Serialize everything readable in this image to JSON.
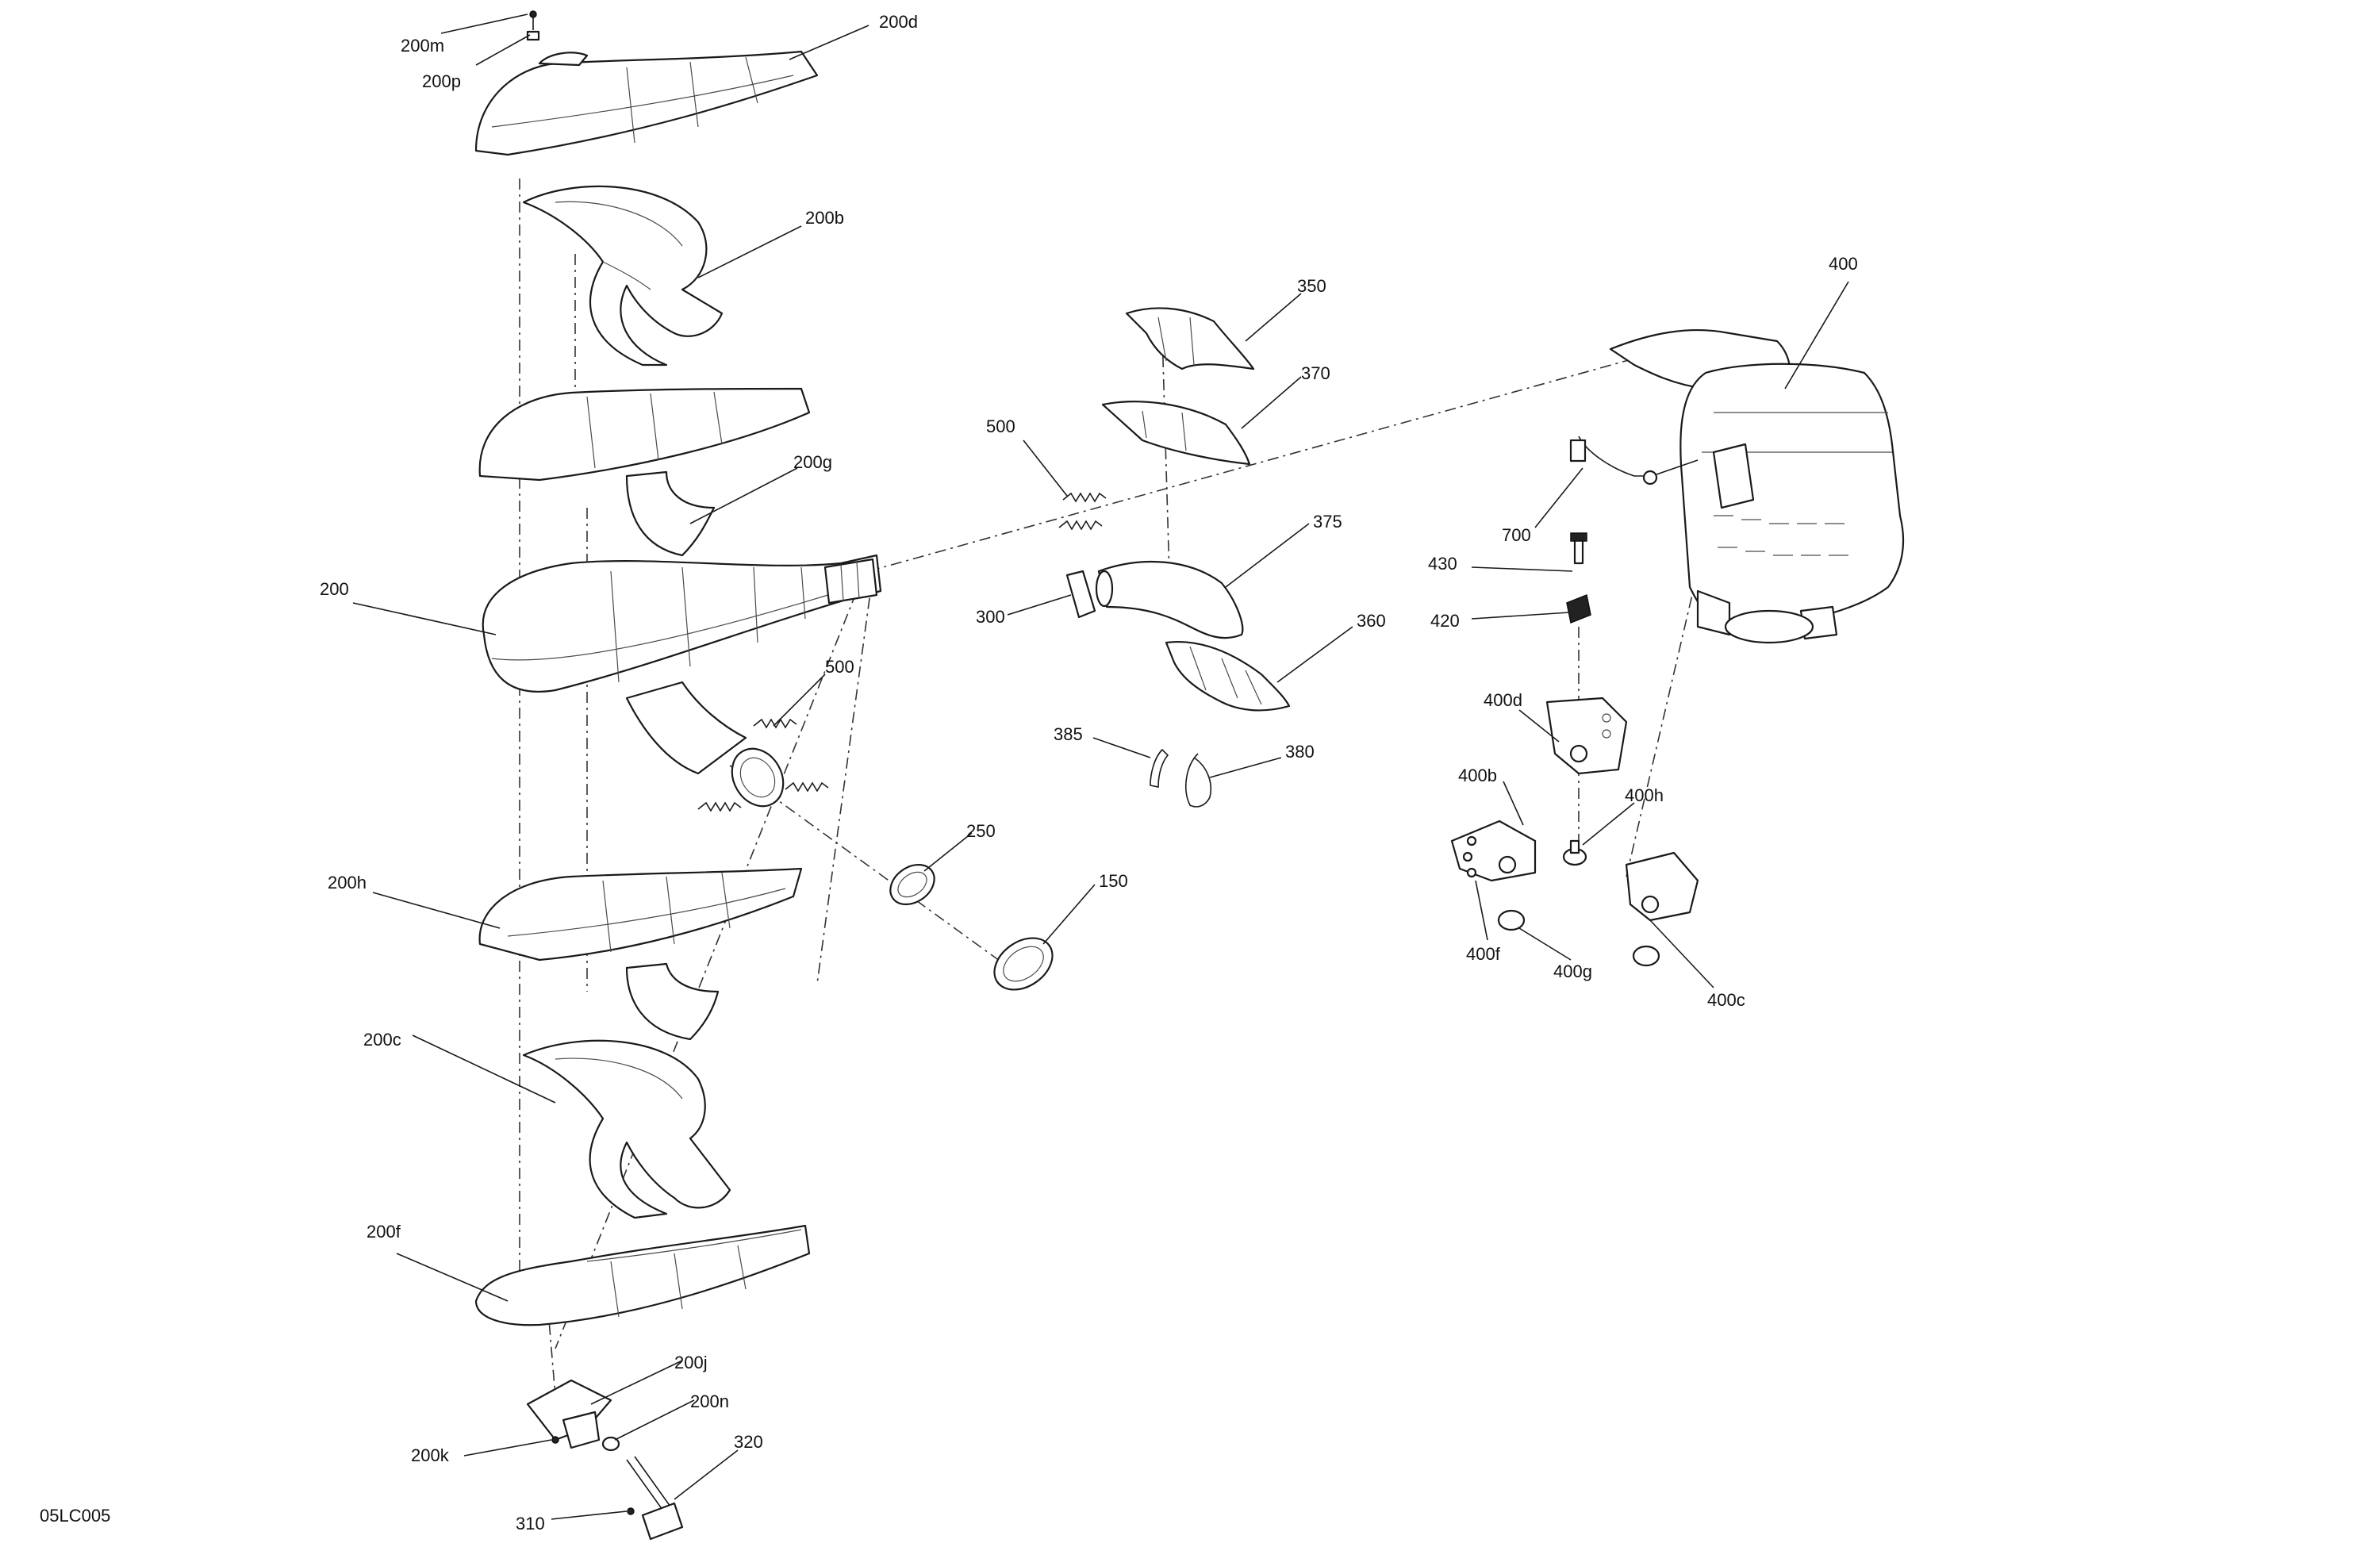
{
  "figure_code": "05LC005",
  "callouts": {
    "c200m": "200m",
    "c200p": "200p",
    "c200d": "200d",
    "c200b": "200b",
    "c200g": "200g",
    "c200": "200",
    "c500a": "500",
    "c200h": "200h",
    "c200c": "200c",
    "c200f": "200f",
    "c200j": "200j",
    "c200n": "200n",
    "c200k": "200k",
    "c320": "320",
    "c310": "310",
    "c250": "250",
    "c150": "150",
    "c350": "350",
    "c370": "370",
    "c500b": "500",
    "c300": "300",
    "c375": "375",
    "c360": "360",
    "c385": "385",
    "c380": "380",
    "c400": "400",
    "c700": "700",
    "c430": "430",
    "c420": "420",
    "c400d": "400d",
    "c400b": "400b",
    "c400h": "400h",
    "c400f": "400f",
    "c400g": "400g",
    "c400c": "400c"
  }
}
